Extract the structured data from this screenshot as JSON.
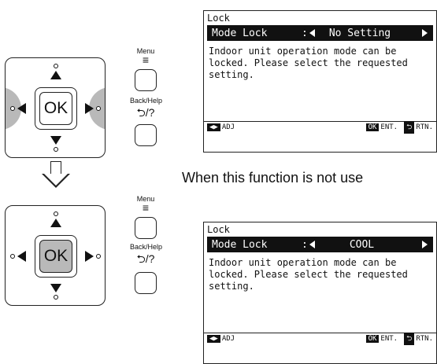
{
  "remote": {
    "ok_label": "OK",
    "menu_label": "Menu",
    "menu_symbol": "≡",
    "back_help_label": "Back/Help",
    "back_help_symbol": "⮌/?"
  },
  "screens": [
    {
      "title": "Lock",
      "row_label": "Mode Lock",
      "separator": ":",
      "value": "No Setting",
      "body": "Indoor unit operation mode can be locked. Please select the requested setting.",
      "footer_adj": "ADJ",
      "footer_ok_tag": "OK",
      "footer_ent": "ENT.",
      "footer_rtn": "RTN."
    },
    {
      "title": "Lock",
      "row_label": "Mode Lock",
      "separator": ":",
      "value": "COOL",
      "body": "Indoor unit operation mode can be locked. Please select the requested setting.",
      "footer_adj": "ADJ",
      "footer_ok_tag": "OK",
      "footer_ent": "ENT.",
      "footer_rtn": "RTN."
    }
  ],
  "caption": "When this function is not use"
}
